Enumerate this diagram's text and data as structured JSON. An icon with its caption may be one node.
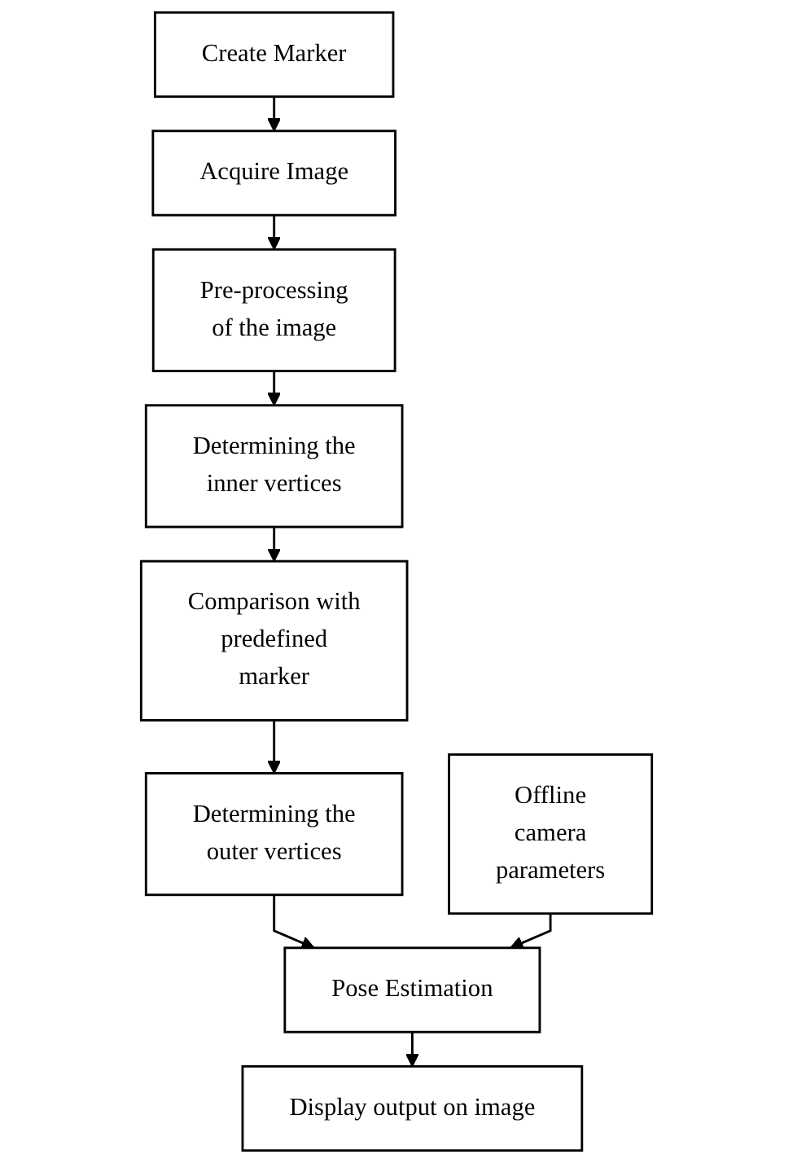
{
  "diagram": {
    "nodes": [
      {
        "text": [
          "Create Marker"
        ]
      },
      {
        "text": [
          "Acquire Image"
        ]
      },
      {
        "text": [
          "Pre-processing of the image"
        ]
      },
      {
        "text": [
          "Determining the inner vertices"
        ]
      },
      {
        "text": [
          "Comparison with predefined marker"
        ]
      },
      {
        "text": [
          "Determining the outer vertices"
        ]
      },
      {
        "text": [
          "Pose Estimation"
        ]
      },
      {
        "text": [
          "Display output on image"
        ]
      },
      {
        "text": [
          "Offline camera parameters"
        ]
      }
    ],
    "edges": [
      {
        "from": 0,
        "to": 1,
        "arrow": "to"
      },
      {
        "from": 1,
        "to": 2,
        "arrow": "to"
      },
      {
        "from": 2,
        "to": 3,
        "arrow": "to"
      },
      {
        "from": 3,
        "to": 4,
        "arrow": "to"
      },
      {
        "from": 4,
        "to": 5,
        "arrow": "to"
      },
      {
        "from": 5,
        "to": 6,
        "arrow": "to"
      },
      {
        "from": 6,
        "to": 7,
        "arrow": "to"
      },
      {
        "from": 8,
        "to": 6,
        "arrow": "to"
      }
    ]
  }
}
